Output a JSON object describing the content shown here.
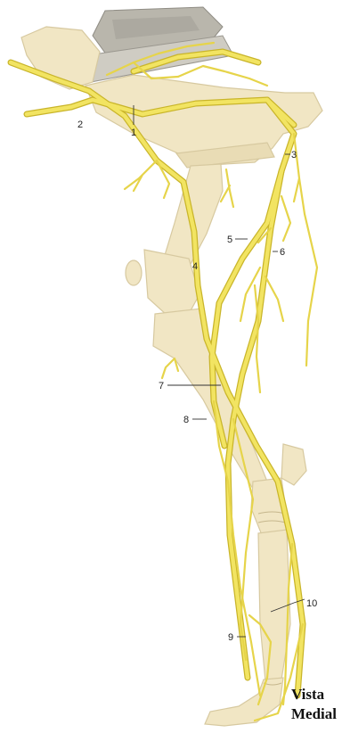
{
  "labels": {
    "l1": "1",
    "l2": "2",
    "l3": "3",
    "l4": "4",
    "l5": "5",
    "l6": "6",
    "l7": "7",
    "l8": "8",
    "l9": "9",
    "l10": "10"
  },
  "caption": {
    "line1": "Vista",
    "line2": "Medial"
  },
  "colors": {
    "bone": "#f1e6c4",
    "bone_stroke": "#d7c9a0",
    "nerve": "#f2e462",
    "nerve_edge": "#c9b52a",
    "vertebra": "#b9b6ac"
  }
}
